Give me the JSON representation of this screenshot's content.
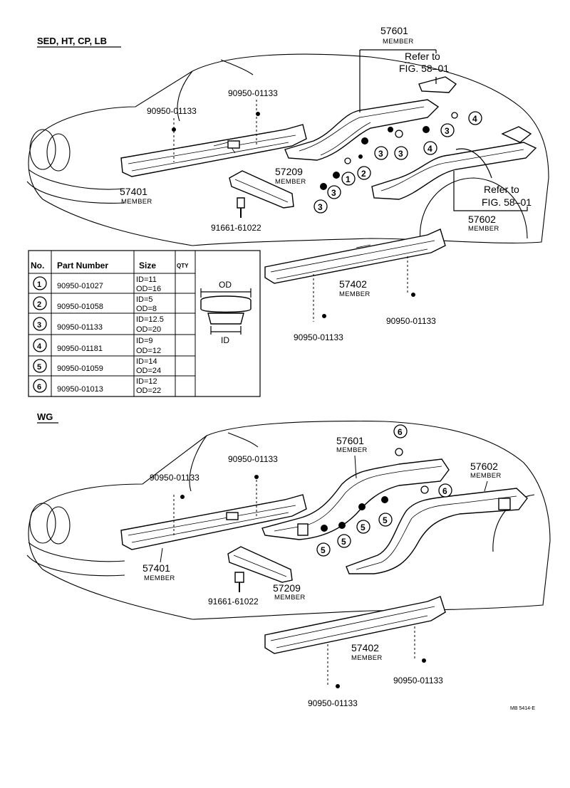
{
  "sections": {
    "top": "SED, HT, CP, LB",
    "bottom": "WG"
  },
  "labels": {
    "member": "MEMBER",
    "refer_to": "Refer to",
    "fig": "FIG. 58–01"
  },
  "parts": {
    "p57601": "57601",
    "p57602": "57602",
    "p57401": "57401",
    "p57402": "57402",
    "p57209": "57209",
    "bolt": "91661-61022",
    "plug": "90950-01133"
  },
  "callouts": [
    "1",
    "2",
    "3",
    "4",
    "5",
    "6"
  ],
  "table": {
    "headers": {
      "no": "No.",
      "part": "Part Number",
      "size": "Size",
      "qty": "QTY"
    },
    "rows": [
      {
        "no": "1",
        "part": "90950-01027",
        "id": "ID=11",
        "od": "OD=16"
      },
      {
        "no": "2",
        "part": "90950-01058",
        "id": "ID=5",
        "od": "OD=8"
      },
      {
        "no": "3",
        "part": "90950-01133",
        "id": "ID=12.5",
        "od": "OD=20"
      },
      {
        "no": "4",
        "part": "90950-01181",
        "id": "ID=9",
        "od": "OD=12"
      },
      {
        "no": "5",
        "part": "90950-01059",
        "id": "ID=14",
        "od": "OD=24"
      },
      {
        "no": "6",
        "part": "90950-01013",
        "id": "ID=12",
        "od": "OD=22"
      }
    ],
    "diagram_od": "OD",
    "diagram_id": "ID"
  },
  "footer_code": "MB 5414-E"
}
